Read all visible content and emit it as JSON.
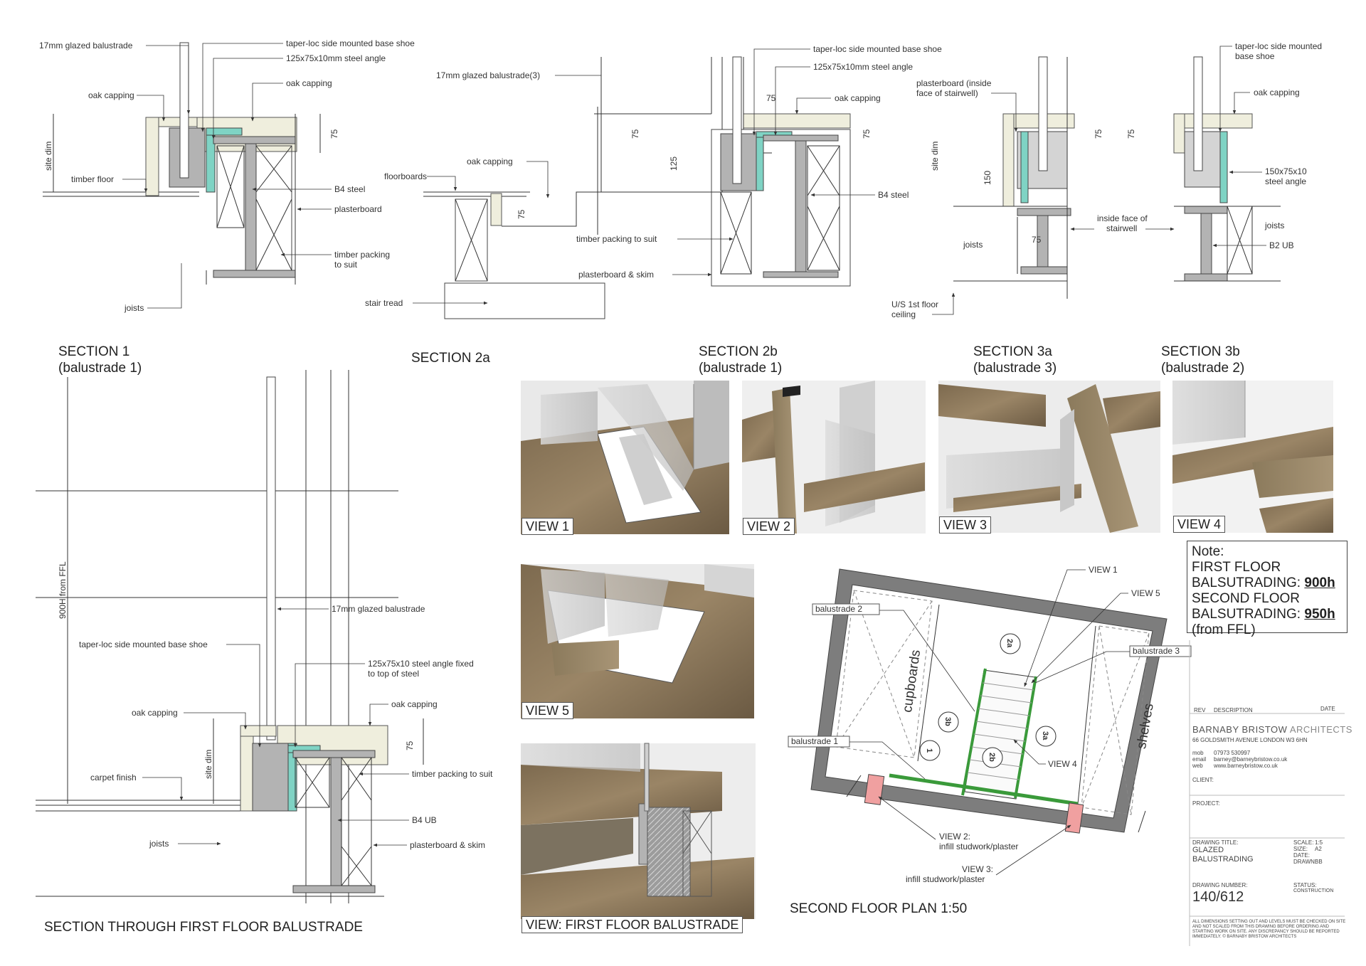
{
  "section1": {
    "title1": "SECTION 1",
    "title2": "(balustrade 1)",
    "labels": {
      "glazed": "17mm glazed balustrade",
      "shoe": "taper-loc side mounted base shoe",
      "angle": "125x75x10mm steel angle",
      "oak": "oak capping",
      "oak2": "oak capping",
      "site_dim": "site dim",
      "timber_floor": "timber floor",
      "b4": "B4 steel",
      "plasterboard": "plasterboard",
      "packing": "timber packing",
      "packing2": "to suit",
      "joists": "joists",
      "dim75": "75"
    }
  },
  "section2a": {
    "title": "SECTION 2a",
    "labels": {
      "glazed": "17mm glazed balustrade(3)",
      "floorboards": "floorboards",
      "oak": "oak capping",
      "stair": "stair tread",
      "dim75a": "75",
      "dim75b": "75"
    }
  },
  "section2b": {
    "title1": "SECTION 2b",
    "title2": "(balustrade 1)",
    "labels": {
      "shoe": "taper-loc side mounted base shoe",
      "angle": "125x75x10mm steel angle",
      "oak": "oak capping",
      "b4": "B4 steel",
      "packing": "timber packing to suit",
      "pb": "plasterboard & skim",
      "dim75a": "75",
      "dim75b": "75",
      "dim125": "125"
    }
  },
  "section3a": {
    "title1": "SECTION 3a",
    "title2": "(balustrade 3)",
    "labels": {
      "pb1": "plasterboard (inside",
      "pb2": "face of stairwell)",
      "site_dim": "site dim",
      "joists": "joists",
      "us1": "U/S 1st floor",
      "us2": "ceiling",
      "inside1": "inside face of",
      "inside2": "stairwell",
      "dim75a": "75",
      "dim75b": "75",
      "dim150": "150"
    }
  },
  "section3b": {
    "title1": "SECTION 3b",
    "title2": "(balustrade 2)",
    "labels": {
      "shoe1": "taper-loc side mounted",
      "shoe2": "base shoe",
      "oak": "oak capping",
      "angle1": "150x75x10",
      "angle2": "steel angle",
      "joists": "joists",
      "b2": "B2 UB",
      "dim75": "75"
    }
  },
  "section_ff": {
    "title": "SECTION THROUGH FIRST FLOOR BALUSTRADE",
    "labels": {
      "height": "900H from FFL",
      "glazed": "17mm glazed balustrade",
      "shoe": "taper-loc side mounted base shoe",
      "angle1": "125x75x10 steel angle fixed",
      "angle2": "to top of steel",
      "oak_l": "oak capping",
      "oak_r": "oak capping",
      "site_dim": "site dim",
      "carpet": "carpet finish",
      "packing": "timber packing to suit",
      "b4": "B4 UB",
      "joists": "joists",
      "pb": "plasterboard & skim",
      "dim75": "75"
    }
  },
  "views": {
    "v1": "VIEW 1",
    "v2": "VIEW 2",
    "v3": "VIEW 3",
    "v4": "VIEW 4",
    "v5": "VIEW 5",
    "vff": "VIEW: FIRST FLOOR BALUSTRADE"
  },
  "note": {
    "heading": "Note:",
    "l1": "FIRST FLOOR",
    "l2a": "BALSUTRADING: ",
    "l2b": "900h",
    "l3": "SECOND FLOOR",
    "l4a": "BALSUTRADING: ",
    "l4b": "950h",
    "l5": "(from FFL)"
  },
  "plan": {
    "title": "SECOND FLOOR PLAN 1:50",
    "labels": {
      "cupboards": "cupboards",
      "shelves": "shelves",
      "bal1": "balustrade 1",
      "bal2": "balustrade 2",
      "bal3": "balustrade 3",
      "view1": "VIEW 1",
      "view4": "VIEW 4",
      "view5": "VIEW 5",
      "view2a": "VIEW 2:",
      "view2b": "infill studwork/plaster",
      "view3a": "VIEW 3:",
      "view3b": "infill studwork/plaster",
      "m2a": "2a",
      "m3b": "3b",
      "m1": "1",
      "m2b": "2b",
      "m3a": "3a"
    }
  },
  "titleblock": {
    "rev": "REV",
    "description": "DESCRIPTION",
    "date": "DATE",
    "firm_a": "BARNABY BRISTOW",
    "firm_b": " ARCHITECTS",
    "address": "66 GOLDSMITH AVENUE     LONDON     W3 6HN",
    "mob_l": "mob",
    "mob_v": "07973 530997",
    "email_l": "email",
    "email_v": "barney@barneybristow.co.uk",
    "web_l": "web",
    "web_v": "www.barneybristow.co.uk",
    "client": "CLIENT:",
    "project": "PROJECT:",
    "dt_label": "DRAWING TITLE:",
    "dt_1": "GLAZED",
    "dt_2": "BALUSTRADING",
    "scale_l": "SCALE:",
    "scale_v": "1:5",
    "size_l": "SIZE:",
    "size_v": "A2",
    "date_l": "DATE:",
    "drawn_l": "DRAWN:",
    "drawn_v": "BB",
    "dn_label": "DRAWING NUMBER:",
    "dn": "140/612",
    "status_l": "STATUS:",
    "status_v": "CONSTRUCTION",
    "disc1": "ALL DIMENSIONS SETTING OUT AND LEVELS MUST BE CHECKED ON SITE",
    "disc2": "AND NOT SCALED FROM THIS DRAWING BEFORE ORDERING AND",
    "disc3": "STARTING WORK ON SITE. ANY DISCREPANCY SHOULD BE REPORTED",
    "disc4": "IMMEDIATELY.     © BARNABY BRISTOW ARCHITECTS"
  },
  "colors": {
    "steel": "#b3b3b3",
    "angle": "#7fd3c4",
    "oak": "#efeedd",
    "wall": "#7d7d7d",
    "green": "#3a9a3a",
    "pink": "#f0a0a0",
    "floor": "#8a7658"
  }
}
